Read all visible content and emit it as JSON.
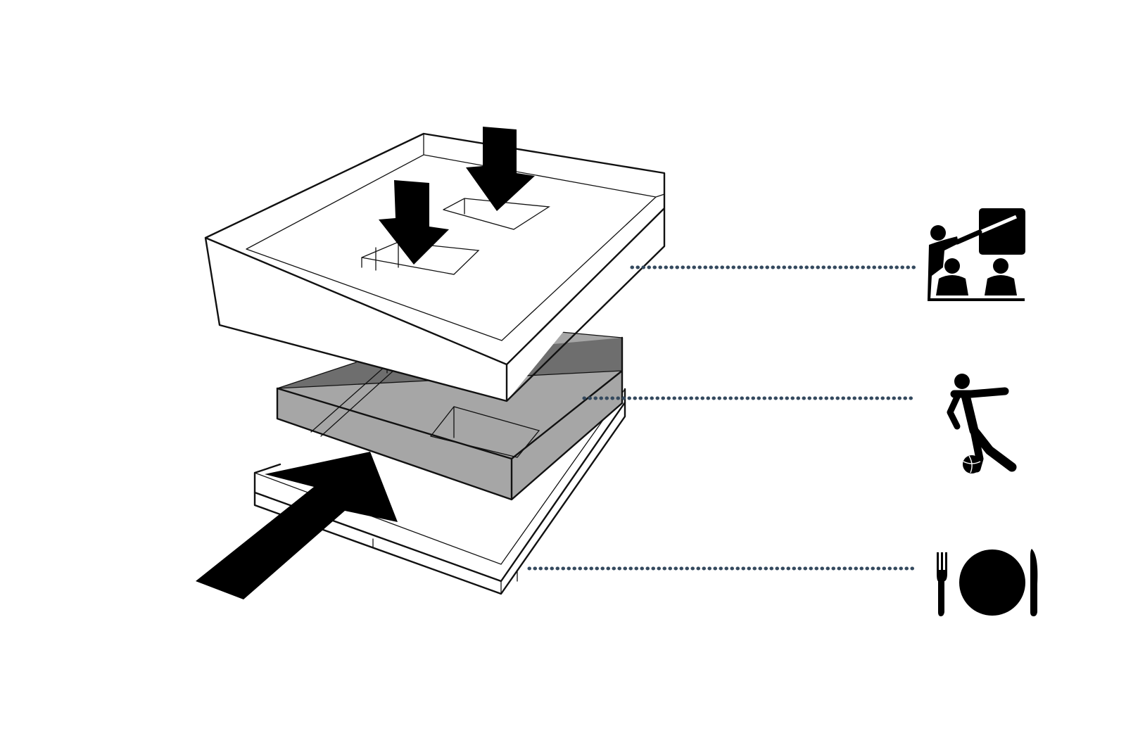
{
  "diagram": {
    "layers": [
      {
        "id": "top",
        "fill": "#ffffff",
        "icon": "teacher-classroom-icon"
      },
      {
        "id": "middle",
        "fill": "#a6a6a6",
        "icon": "soccer-player-icon"
      },
      {
        "id": "bottom",
        "fill": "#ffffff",
        "icon": "dining-plate-icon"
      }
    ],
    "arrows": [
      "down-arrow-icon",
      "down-arrow-icon",
      "entry-arrow-icon"
    ],
    "colors": {
      "line": "#111111",
      "leader": "#34495e",
      "gray": "#a6a6a6",
      "gray_dark": "#6e6e6e"
    }
  }
}
